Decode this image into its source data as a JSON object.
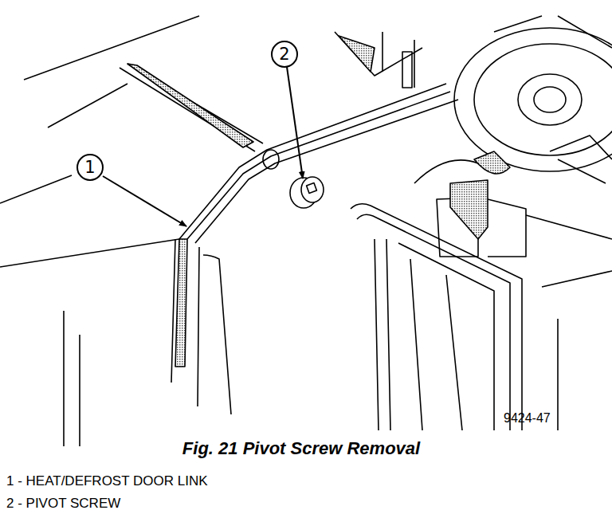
{
  "diagram": {
    "caption": "Fig. 21 Pivot Screw Removal",
    "nodes": [
      {
        "text": [
          "1"
        ]
      },
      {
        "text": [
          "2"
        ]
      }
    ],
    "labels": [
      "9424-47",
      "1 - HEAT/DEFROST DOOR LINK",
      "2 - PIVOT SCREW"
    ]
  }
}
